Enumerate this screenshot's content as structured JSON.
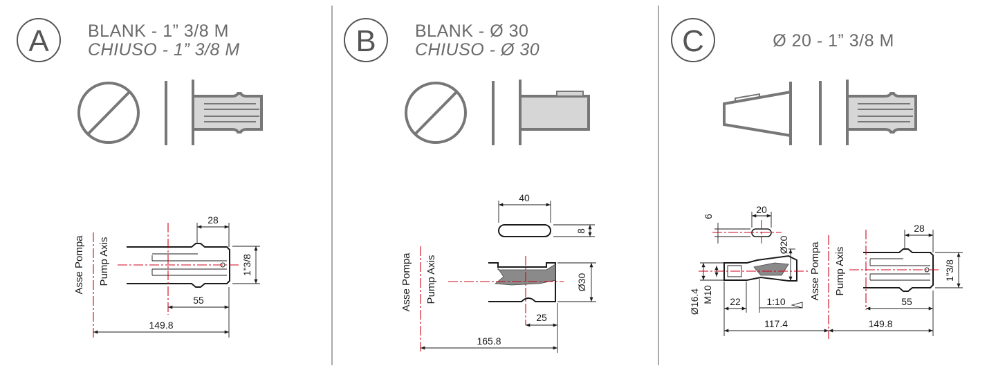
{
  "panels": [
    {
      "badge": "A",
      "title_en": "BLANK - 1” 3/8 M",
      "title_it": "CHIUSO - 1” 3/8 M",
      "axis_label_it": "Asse Pompa",
      "axis_label_en": "Pump Axis",
      "dims": {
        "top": "28",
        "side": "1”3/8",
        "mid": "55",
        "bottom": "149.8"
      }
    },
    {
      "badge": "B",
      "title_en": "BLANK - Ø 30",
      "title_it": "CHIUSO - Ø 30",
      "axis_label_it": "Asse Pompa",
      "axis_label_en": "Pump Axis",
      "dims": {
        "key_len": "40",
        "key_h": "8",
        "diam": "Ø30",
        "mid": "25",
        "bottom": "165.8"
      }
    },
    {
      "badge": "C",
      "title_en": "Ø 20 - 1” 3/8 M",
      "axis_label_it": "Asse Pompa",
      "axis_label_en": "Pump Axis",
      "dims": {
        "key_h": "6",
        "key_len": "20",
        "diam20": "Ø20",
        "diam16": "Ø16.4",
        "m10": "M10",
        "len22": "22",
        "taper": "1:10",
        "len117": "117.4",
        "top": "28",
        "side": "1”3/8",
        "mid": "55",
        "bottom": "149.8"
      }
    }
  ],
  "colors": {
    "axis": "#d0021b",
    "ink": "#1a1a1a",
    "grey": "#777777",
    "fill": "#d6d6d6"
  }
}
